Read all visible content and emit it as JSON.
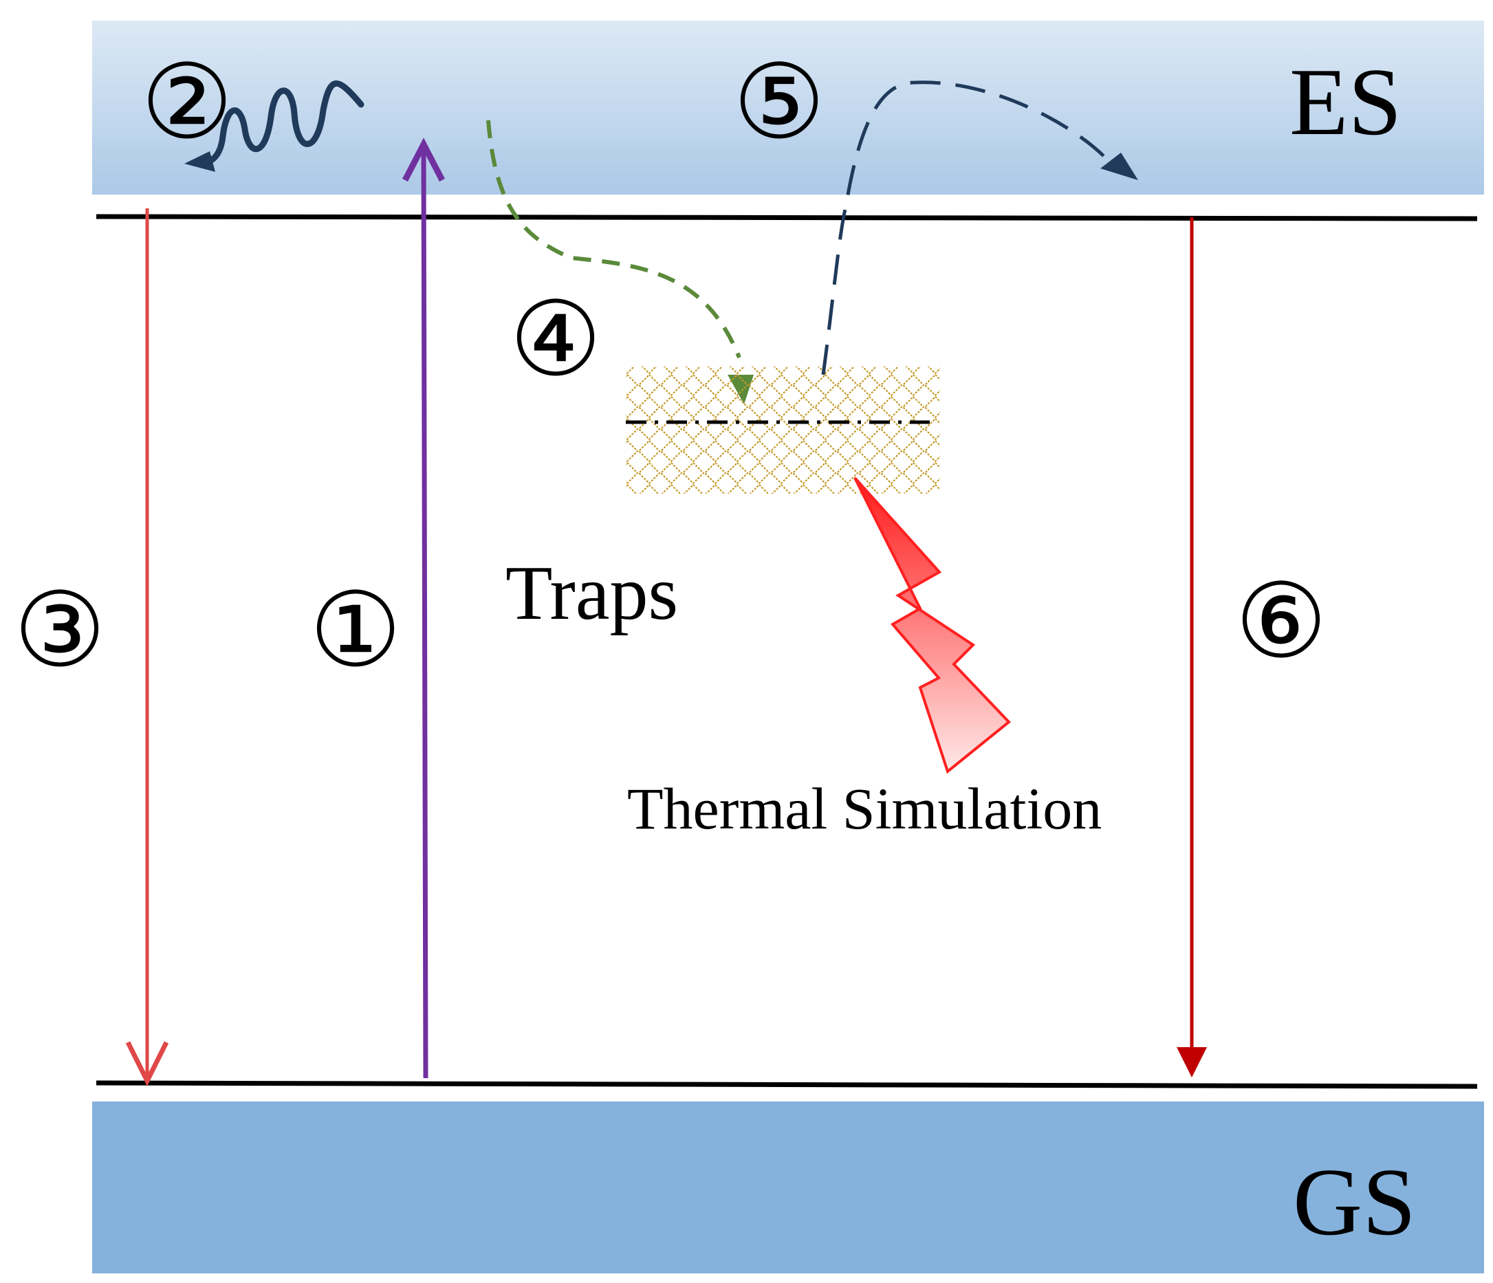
{
  "labels": {
    "excited_state": "ES",
    "ground_state": "GS",
    "traps": "Traps",
    "thermal": "Thermal Simulation"
  },
  "steps": {
    "s1": "①",
    "s2": "②",
    "s3": "③",
    "s4": "④",
    "s5": "⑤",
    "s6": "⑥"
  },
  "colors": {
    "es_band_top": "#dce9f5",
    "es_band_bottom": "#aecbe8",
    "gs_band": "#85b2dc",
    "excitation_arrow": "#7030a0",
    "emission_arrow_left": "#e04848",
    "emission_arrow_right": "#c00000",
    "trapping_arrow": "#5a8a3a",
    "detrapping_arrow": "#1f3a5a",
    "trap_hatch": "#c0a040",
    "thermal_bolt": "#ff2020"
  }
}
